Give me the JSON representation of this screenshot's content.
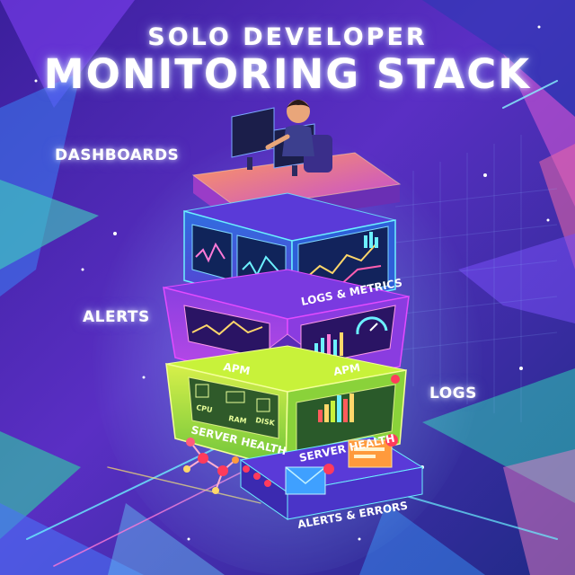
{
  "header": {
    "subtitle": "SOLO DEVELOPER",
    "title": "MONITORING STACK"
  },
  "side_labels": {
    "dashboards": "DASHBOARDS",
    "alerts": "ALERTS",
    "logs": "LOGS"
  },
  "tiers": {
    "logs_metrics": "LOGS & METRICS",
    "apm_left": "APM",
    "apm_right": "APM",
    "server_health_left": "SERVER HEALTH",
    "server_health_right": "SERVER HEALTH",
    "alerts_errors": "ALERTS & ERRORS"
  },
  "chips": {
    "cpu": "CPU",
    "ram": "RAM",
    "disk": "DISK"
  },
  "colors": {
    "background_top": "#4a2ab0",
    "background_bottom": "#2a1a6e",
    "neon_cyan": "#39e6ff",
    "neon_magenta": "#e34bff",
    "lime": "#c8f23a",
    "accent_red": "#ff3b5c",
    "accent_orange": "#ff9a3c"
  },
  "icons": [
    "developer-person-icon",
    "monitor-icon",
    "line-chart-icon",
    "bar-chart-icon",
    "gauge-icon",
    "chip-icon",
    "envelope-icon",
    "alert-icon",
    "node-graph-icon"
  ]
}
